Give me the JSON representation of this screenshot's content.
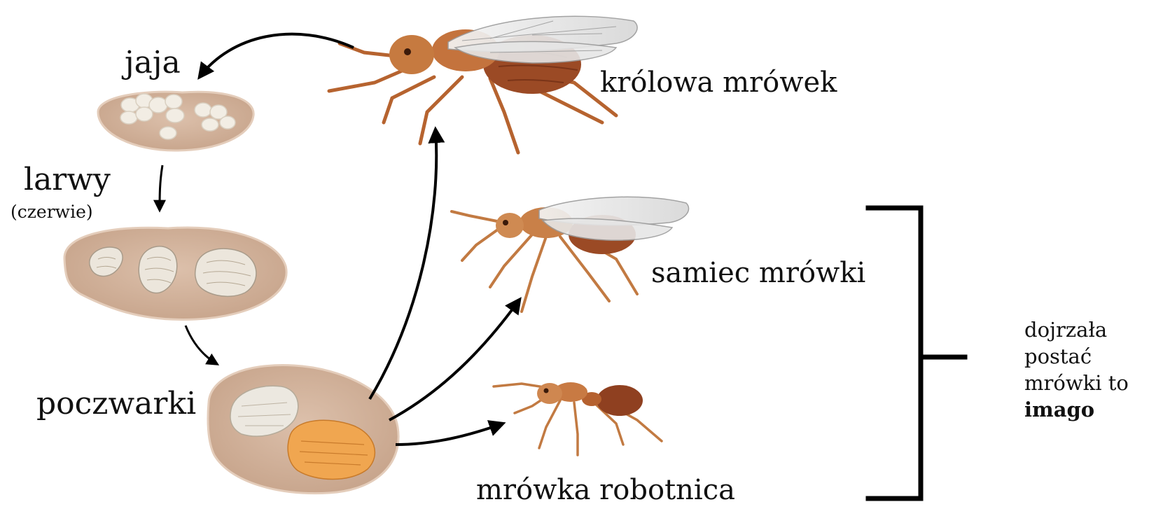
{
  "stages": {
    "eggs": "jaja",
    "larvae": "larwy",
    "larvae_note": "(czerwie)",
    "pupae": "poczwarki"
  },
  "adults": {
    "queen": "królowa mrówek",
    "male": "samiec mrówki",
    "worker": "mrówka robotnica"
  },
  "bracket_note": {
    "line1": "dojrzała",
    "line2": "postać",
    "line3": "mrówki to",
    "line4": "imago"
  },
  "colors": {
    "mound": "#d2b29c",
    "mound_edge": "#b48f76",
    "ant_body": "#c4733d",
    "ant_dark": "#8a3f1f",
    "arrow": "#000000"
  }
}
